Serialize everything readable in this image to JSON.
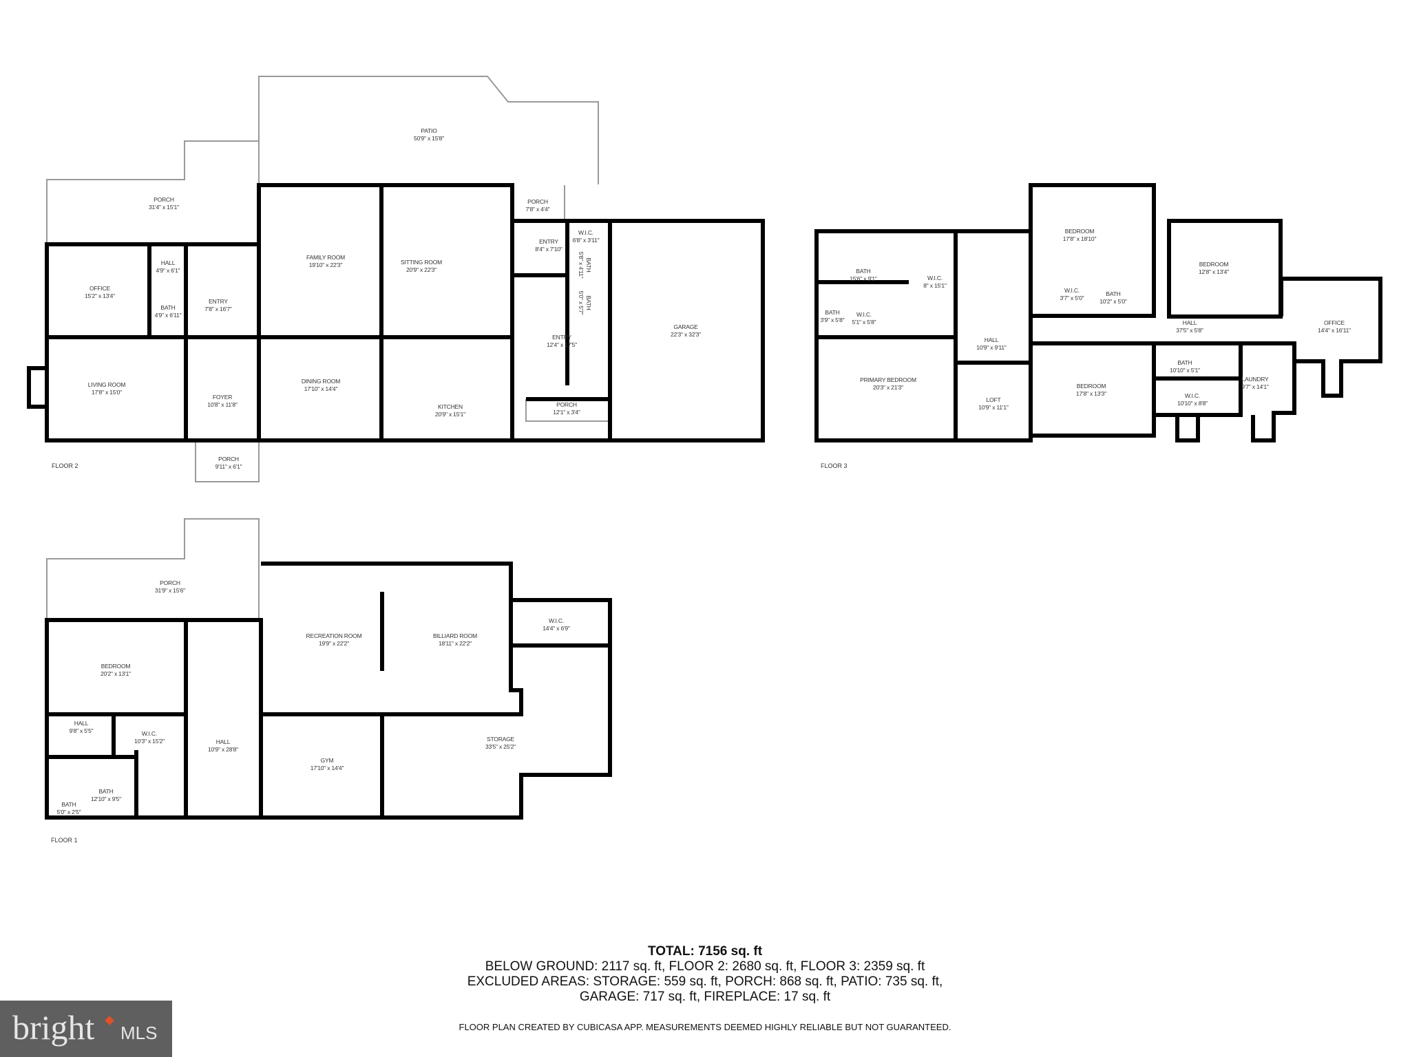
{
  "floors": {
    "floor2": {
      "label": "FLOOR 2",
      "rooms": [
        {
          "name": "PATIO",
          "dims": "50'9\" x 15'8\""
        },
        {
          "name": "PORCH",
          "dims": "31'4\" x 15'1\""
        },
        {
          "name": "OFFICE",
          "dims": "15'2\" x 13'4\""
        },
        {
          "name": "HALL",
          "dims": "4'9\" x 6'1\""
        },
        {
          "name": "BATH",
          "dims": "4'9\" x 6'11\""
        },
        {
          "name": "ENTRY",
          "dims": "7'8\" x 16'7\""
        },
        {
          "name": "LIVING ROOM",
          "dims": "17'8\" x 15'0\""
        },
        {
          "name": "FOYER",
          "dims": "10'8\" x 11'8\""
        },
        {
          "name": "PORCH",
          "dims": "9'11\" x 6'1\""
        },
        {
          "name": "FAMILY ROOM",
          "dims": "19'10\" x 22'3\""
        },
        {
          "name": "SITTING ROOM",
          "dims": "20'9\" x 22'3\""
        },
        {
          "name": "DINING ROOM",
          "dims": "17'10\" x 14'4\""
        },
        {
          "name": "KITCHEN",
          "dims": "20'9\" x 15'1\""
        },
        {
          "name": "PORCH",
          "dims": "7'8\" x 4'4\""
        },
        {
          "name": "ENTRY",
          "dims": "8'4\" x 7'10\""
        },
        {
          "name": "W.I.C.",
          "dims": "6'8\" x 3'11\""
        },
        {
          "name": "BATH",
          "dims": "5'8\" x 4'11\""
        },
        {
          "name": "BATH",
          "dims": "5'0\" x 5'7\""
        },
        {
          "name": "ENTRY",
          "dims": "12'4\" x 17'5\""
        },
        {
          "name": "PORCH",
          "dims": "12'1\" x 3'4\""
        },
        {
          "name": "GARAGE",
          "dims": "22'3\" x 32'3\""
        }
      ]
    },
    "floor3": {
      "label": "FLOOR 3",
      "rooms": [
        {
          "name": "BATH",
          "dims": "15'6\" x 9'1\""
        },
        {
          "name": "BATH",
          "dims": "3'9\" x 5'8\""
        },
        {
          "name": "W.I.C.",
          "dims": "5'1\" x 5'8\""
        },
        {
          "name": "W.I.C.",
          "dims": "8\" x 15'1\""
        },
        {
          "name": "HALL",
          "dims": "10'9\" x 9'11\""
        },
        {
          "name": "PRIMARY BEDROOM",
          "dims": "20'3\" x 21'3\""
        },
        {
          "name": "LOFT",
          "dims": "10'9\" x 11'1\""
        },
        {
          "name": "BEDROOM",
          "dims": "17'8\" x 18'10\""
        },
        {
          "name": "W.I.C.",
          "dims": "3'7\" x 5'0\""
        },
        {
          "name": "BATH",
          "dims": "10'2\" x 5'0\""
        },
        {
          "name": "BEDROOM",
          "dims": "12'8\" x 13'4\""
        },
        {
          "name": "HALL",
          "dims": "37'5\" x 5'8\""
        },
        {
          "name": "OFFICE",
          "dims": "14'4\" x 16'11\""
        },
        {
          "name": "BEDROOM",
          "dims": "17'8\" x 13'3\""
        },
        {
          "name": "BATH",
          "dims": "10'10\" x 5'1\""
        },
        {
          "name": "W.I.C.",
          "dims": "10'10\" x 8'8\""
        },
        {
          "name": "LAUNDRY",
          "dims": "9'7\" x 14'1\""
        }
      ]
    },
    "floor1": {
      "label": "FLOOR 1",
      "rooms": [
        {
          "name": "PORCH",
          "dims": "31'9\" x 15'6\""
        },
        {
          "name": "RECREATION ROOM",
          "dims": "19'9\" x 22'2\""
        },
        {
          "name": "BILLIARD ROOM",
          "dims": "18'11\" x 22'2\""
        },
        {
          "name": "W.I.C.",
          "dims": "14'4\" x 6'9\""
        },
        {
          "name": "BEDROOM",
          "dims": "20'2\" x 13'1\""
        },
        {
          "name": "HALL",
          "dims": "9'8\" x 5'5\""
        },
        {
          "name": "W.I.C.",
          "dims": "10'3\" x 15'2\""
        },
        {
          "name": "HALL",
          "dims": "10'9\" x 28'8\""
        },
        {
          "name": "GYM",
          "dims": "17'10\" x 14'4\""
        },
        {
          "name": "STORAGE",
          "dims": "33'5\" x 25'2\""
        },
        {
          "name": "BATH",
          "dims": "12'10\" x 9'5\""
        },
        {
          "name": "BATH",
          "dims": "5'0\" x 2'5\""
        }
      ]
    }
  },
  "summary": {
    "total": "TOTAL: 7156 sq. ft",
    "line1": "BELOW GROUND: 2117 sq. ft, FLOOR 2: 2680 sq. ft, FLOOR 3: 2359 sq. ft",
    "line2": "EXCLUDED AREAS: STORAGE: 559 sq. ft, PORCH: 868 sq. ft, PATIO: 735 sq. ft,",
    "line3": "GARAGE: 717 sq. ft, FIREPLACE: 17 sq. ft"
  },
  "disclaimer": "FLOOR PLAN CREATED BY CUBICASA APP. MEASUREMENTS DEEMED HIGHLY RELIABLE BUT NOT GUARANTEED.",
  "logo": {
    "text": "bright MLS",
    "colors": {
      "background": "#5f5f5f",
      "accent": "#e0502a"
    }
  },
  "colors": {
    "wall": "#000000",
    "outline": "#888888"
  }
}
